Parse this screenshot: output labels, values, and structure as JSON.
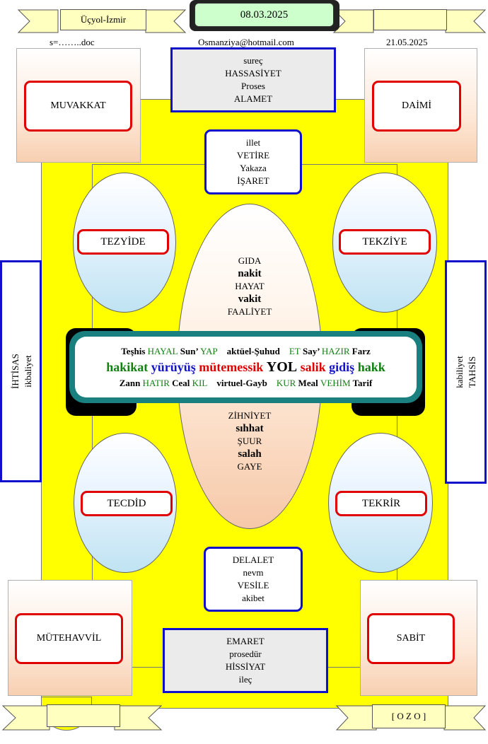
{
  "header": {
    "location": "Üçyol-İzmir",
    "date": "08.03.2025",
    "filename": "s=……..doc",
    "email": "Osmanziya@hotmail.com",
    "date2": "21.05.2025"
  },
  "corners": {
    "top_left": "MUVAKKAT",
    "top_right": "DAİMİ",
    "bottom_left": "MÜTEHAVVİL",
    "bottom_right": "SABİT"
  },
  "top_box": [
    "sureç",
    "HASSASİYET",
    "Proses",
    "ALAMET"
  ],
  "top_inner_box": [
    "illet",
    "VETİRE",
    "Yakaza",
    "İŞARET"
  ],
  "bottom_inner_box": [
    "DELALET",
    "nevm",
    "VESİLE",
    "akibet"
  ],
  "bottom_box": [
    "EMARET",
    "prosedür",
    "HİSSİYAT",
    "ileç"
  ],
  "side": {
    "left": [
      "İHTİSAS",
      "ikbaliyet"
    ],
    "right": [
      "kabiliyet",
      "TAHSİS"
    ]
  },
  "ovals": {
    "top_left": "TEZYİDE",
    "top_right": "TEKZİYE",
    "bottom_left": "TECDİD",
    "bottom_right": "TEKRİR"
  },
  "center_top": [
    "GIDA",
    "nakit",
    "HAYAT",
    "vakit",
    "FAALİYET"
  ],
  "center_bottom": [
    "ZİHNİYET",
    "sıhhat",
    "ŞUUR",
    "salah",
    "GAYE"
  ],
  "banner": {
    "row1": [
      "Teşhis",
      "HAYAL",
      "Sun’",
      "YAP",
      "aktüel-Şuhud",
      "ET",
      "Say’",
      "HAZIR",
      "Farz"
    ],
    "row2": [
      "hakikat",
      "yürüyüş",
      "mütemessik",
      "YOL",
      "salik",
      "gidiş",
      "hakk"
    ],
    "row3": [
      "Zann",
      "HATIR",
      "Ceal",
      "KIL",
      "virtuel-Gayb",
      "KUR",
      "Meal",
      "VEHİM",
      "Tarif"
    ]
  },
  "footer": {
    "code": "[ O Z O ]"
  },
  "colors": {
    "background": "#ffff00",
    "banner_border": "#1a7f7f",
    "red": "#e00000",
    "blue": "#1010cc",
    "green": "#118011"
  }
}
